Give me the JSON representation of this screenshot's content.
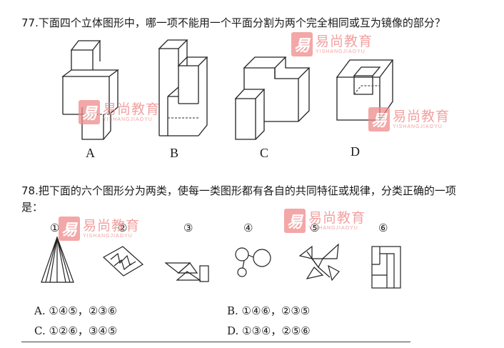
{
  "q77": {
    "text": "77.下面四个立体图形中，哪一项不能用一个平面分割为两个完全相同或互为镜像的部分？",
    "labels": [
      "A",
      "B",
      "C",
      "D"
    ]
  },
  "q78": {
    "text_line1": "78.把下面的六个图形分为两类，使每一类图形都有各自的共同特征或规律，分类正确的一项",
    "text_line2": "是：",
    "figure_numbers": [
      "①",
      "②",
      "③",
      "④",
      "⑤",
      "⑥"
    ],
    "options": {
      "a": "A.  ①④⑤，②③⑥",
      "b": "B.  ①④⑥，②③⑤",
      "c": "C.  ①②⑥，③④⑤",
      "d": "D.  ①③④，②⑤⑥"
    }
  },
  "watermark": {
    "logo_char": "易",
    "cn": "易尚教育",
    "en": "YISHANGJIAOYU"
  }
}
